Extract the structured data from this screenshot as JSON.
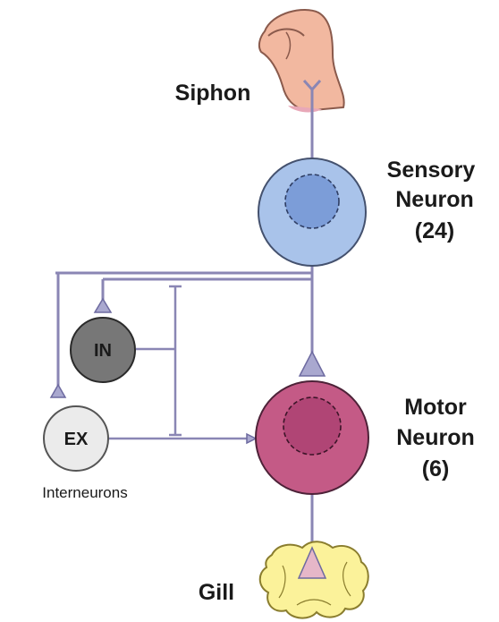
{
  "labels": {
    "siphon": "Siphon",
    "sensory_line1": "Sensory",
    "sensory_line2": "Neuron",
    "sensory_count": "(24)",
    "motor_line1": "Motor",
    "motor_line2": "Neuron",
    "motor_count": "(6)",
    "inhibitory": "IN",
    "excitatory": "EX",
    "interneurons": "Interneurons",
    "gill": "Gill"
  },
  "colors": {
    "axon": "#8a86b4",
    "sensory_body": "#a9c3ea",
    "sensory_nucleus": "#7c9dd8",
    "motor_body": "#c45a86",
    "motor_nucleus": "#b04575",
    "inhibitory_body": "#777777",
    "excitatory_body": "#ebebeb",
    "siphon": "#f2b8a0",
    "gill": "#fbf29a",
    "synapse": "#a9a8cf"
  }
}
